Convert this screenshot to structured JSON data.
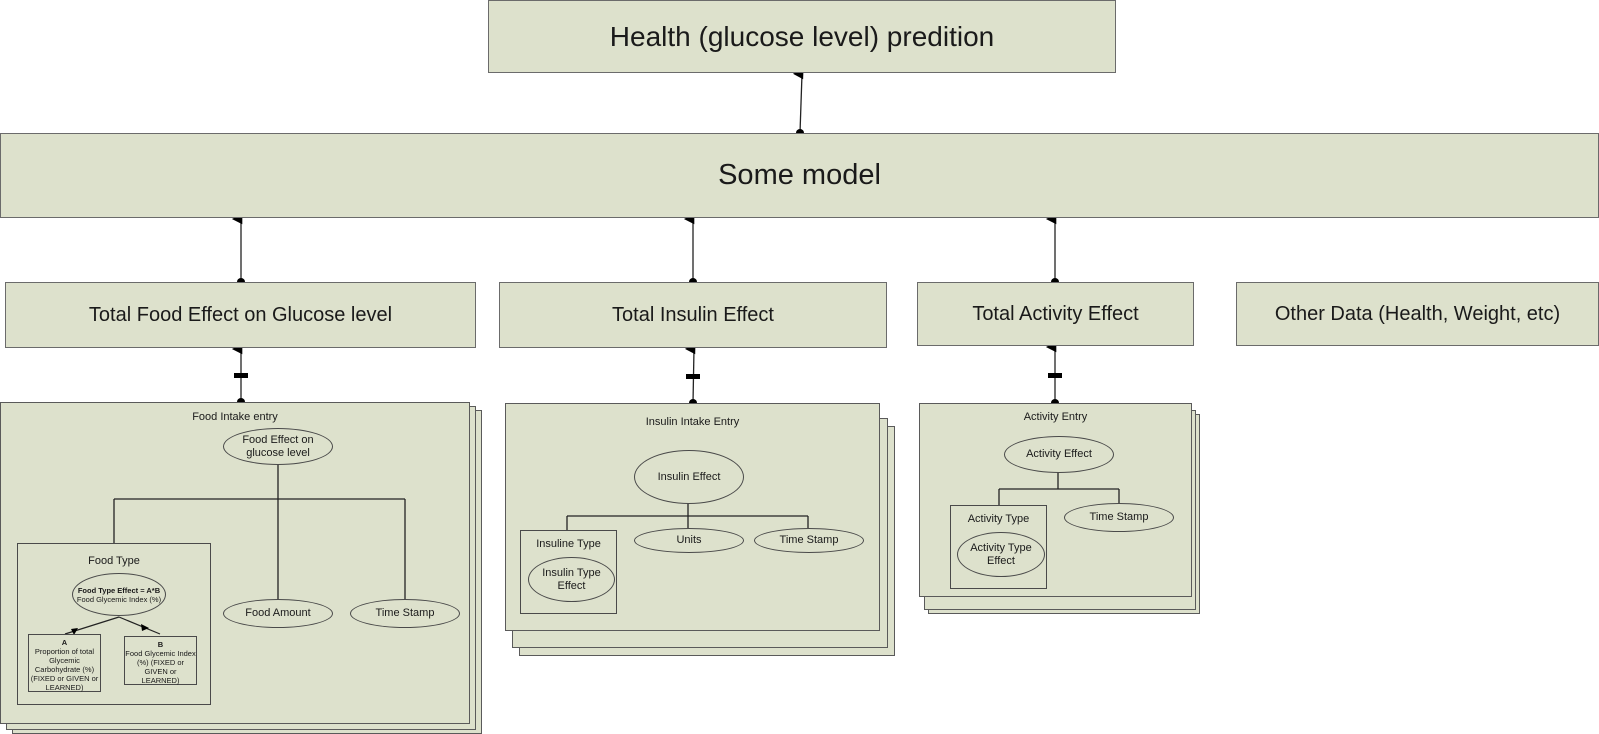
{
  "diagram": {
    "top": {
      "label": "Health (glucose level) predition"
    },
    "model": {
      "label": "Some model"
    },
    "factors": [
      {
        "label": "Total Food Effect on Glucose level"
      },
      {
        "label": "Total Insulin Effect"
      },
      {
        "label": "Total Activity Effect"
      },
      {
        "label": "Other Data (Health, Weight, etc)"
      }
    ],
    "food_entry": {
      "title": "Food Intake entry",
      "root": "Food Effect on glucose level",
      "food_type": {
        "title": "Food Type",
        "effect_bold": "Food Type Effect = A*B",
        "effect_sub": "Food Glycemic Index (%)",
        "a": {
          "key": "A",
          "text": "Proportion of total Glycemic Carbohydrate (%) (FIXED or GIVEN or LEARNED)"
        },
        "b": {
          "key": "B",
          "text": "Food Glycemic Index (%) (FIXED or GIVEN or LEARNED)"
        }
      },
      "amount": "Food Amount",
      "timestamp": "Time Stamp"
    },
    "insulin_entry": {
      "title": "Insulin Intake Entry",
      "root": "Insulin Effect",
      "type": {
        "title": "Insuline Type",
        "effect": "Insulin Type Effect"
      },
      "units": "Units",
      "timestamp": "Time Stamp"
    },
    "activity_entry": {
      "title": "Activity Entry",
      "root": "Activity Effect",
      "type": {
        "title": "Activity Type",
        "effect": "Activity Type Effect"
      },
      "timestamp": "Time Stamp"
    },
    "multiplicity_marker": "*"
  },
  "colors": {
    "fill": "#dde1cc",
    "stroke": "#4a4a4a",
    "background": "#ffffff"
  }
}
